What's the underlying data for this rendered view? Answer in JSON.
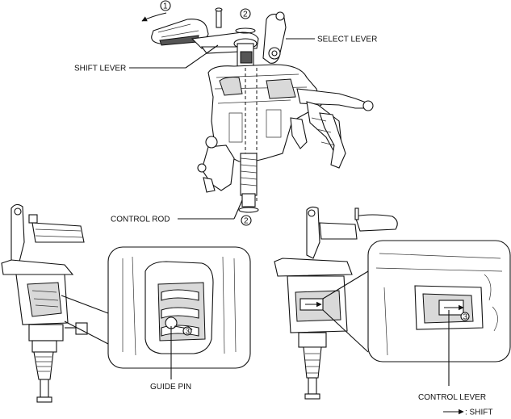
{
  "labels": {
    "select_lever": "SELECT LEVER",
    "shift_lever": "SHIFT LEVER",
    "control_rod": "CONTROL ROD",
    "guide_pin": "GUIDE PIN",
    "control_lever": "CONTROL LEVER"
  },
  "markers": {
    "step1": "1",
    "step2_top": "2",
    "step2_bottom": "2",
    "inset_left_num": "3",
    "inset_right_num": "3"
  },
  "legend": {
    "text": ": SHIFT",
    "arrow_icon": "right-arrow-icon"
  }
}
